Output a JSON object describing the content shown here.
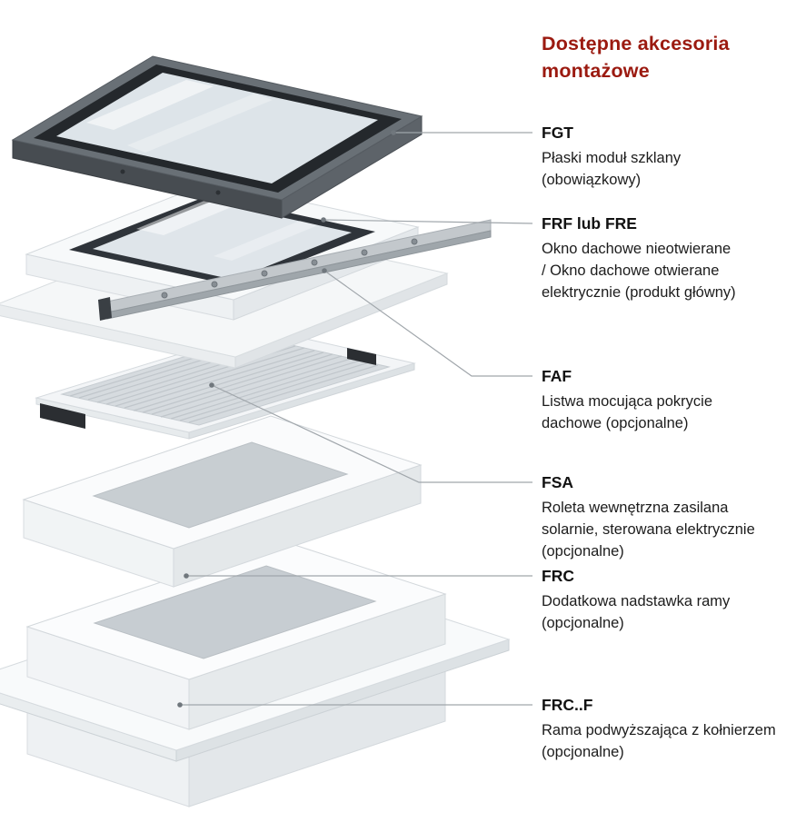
{
  "title": "Dostępne akcesoria\nmontażowe",
  "colors": {
    "accent": "#9b1a10",
    "text": "#1c1c1c",
    "leader_line": "#a0a6ab",
    "dark_frame": "#24282c",
    "white_frame": "#f7f9fa",
    "glass": "#dde4e9",
    "batten_metal": "#c3c8cc"
  },
  "labels": [
    {
      "code": "FGT",
      "desc": "Płaski moduł szklany\n(obowiązkowy)"
    },
    {
      "code": "FRF lub FRE",
      "desc": "Okno dachowe nieotwierane\n/ Okno dachowe otwierane\nelektrycznie (produkt główny)"
    },
    {
      "code": "FAF",
      "desc": "Listwa mocująca pokrycie\ndachowe (opcjonalne)"
    },
    {
      "code": "FSA",
      "desc": "Roleta wewnętrzna zasilana\nsolarnie, sterowana elektrycznie\n(opcjonalne)"
    },
    {
      "code": "FRC",
      "desc": "Dodatkowa nadstawka ramy\n(opcjonalne)"
    },
    {
      "code": "FRC..F",
      "desc": "Rama podwyższająca z kołnierzem\n(opcjonalne)"
    }
  ]
}
